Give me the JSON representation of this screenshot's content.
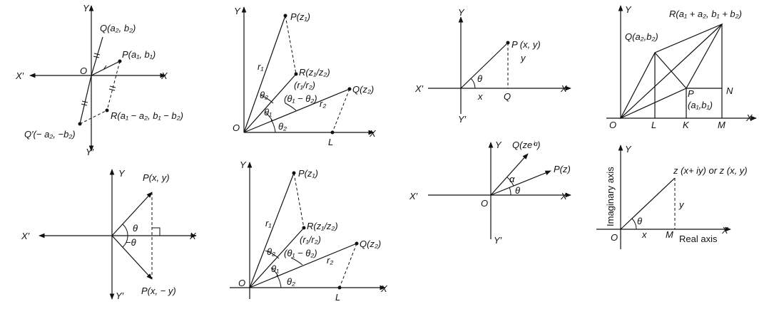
{
  "fig1": {
    "y": "Y",
    "x": "X",
    "xneg": "X′",
    "yneg": "Y′",
    "o": "O",
    "q": "Q(a₂, b₂)",
    "p": "P(a₁, b₁)",
    "r": "R(a₁ − a₂, b₁ − b₂)",
    "qp": "Q′(− a₂, −b₂)"
  },
  "fig2": {
    "y": "Y",
    "x": "X",
    "o": "O",
    "p": "P(z₁)",
    "r": "R(z₁/z₂)",
    "q": "Q(z₂)",
    "ratio": "(r₁/r₂)",
    "diff": "(θ₁ − θ₂)",
    "r1": "r₁",
    "r2": "r₂",
    "t1": "θ₁",
    "t2a": "θ₂",
    "t2b": "θ₂",
    "l": "L"
  },
  "fig3": {
    "y": "Y",
    "x": "X",
    "xneg": "X′",
    "yneg": "Y′",
    "p": "P (x, y)",
    "yv": "y",
    "xv": "x",
    "q": "Q",
    "theta": "θ"
  },
  "fig4": {
    "y": "Y",
    "x": "X",
    "o": "O",
    "r": "R(a₁ + a₂, b₁ + b₂)",
    "q": "Q(a₂,b₂)",
    "p": "P",
    "pc": "(a₁,b₁)",
    "n": "N",
    "l": "L",
    "k": "K",
    "m": "M"
  },
  "fig5": {
    "y": "Y",
    "x": "X",
    "xneg": "X′",
    "yneg": "Y′",
    "p": "P(x, y)",
    "pp": "P(x, − y)",
    "theta": "θ",
    "ntheta": "−θ"
  },
  "fig6": {
    "y": "Y",
    "x": "X",
    "o": "O",
    "p": "P(z₁)",
    "r": "R(z₁/z₂)",
    "q": "Q(z₂)",
    "ratio": "(r₁/r₂)",
    "diff": "(θ₁ − θ₂)",
    "r1": "r₁",
    "r2": "r₂",
    "t1": "θ₁",
    "t2a": "θ₂",
    "t2b": "θ₂",
    "l": "L"
  },
  "fig7": {
    "y": "Y",
    "x": "X",
    "xneg": "X′",
    "yneg": "Y′",
    "o": "O",
    "q": "Q(zeⁱᵅ)",
    "p": "P(z)",
    "alpha": "α",
    "theta": "θ"
  },
  "fig8": {
    "y": "Y",
    "x": "X",
    "o": "O",
    "z": "z (x+ iy) or z (x, y)",
    "yv": "y",
    "xv": "x",
    "m": "M",
    "theta": "θ",
    "imag": "Imaginary axis",
    "real": "Real axis"
  }
}
